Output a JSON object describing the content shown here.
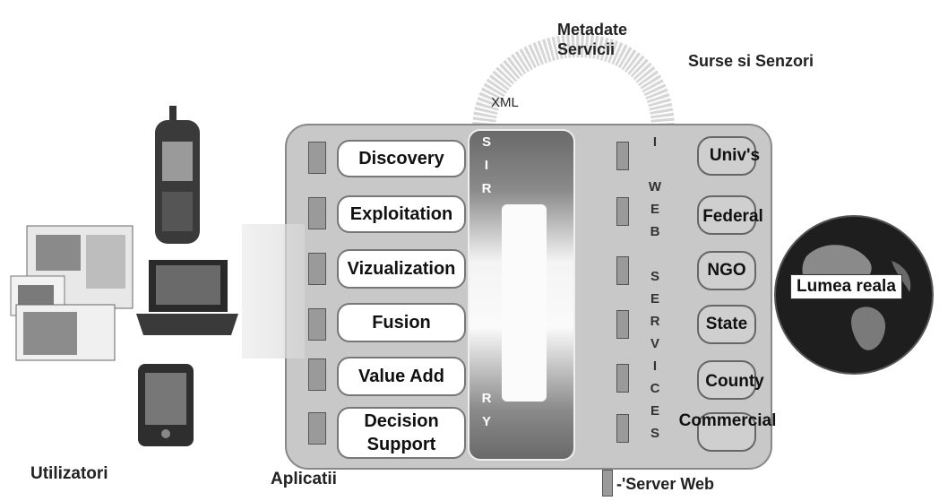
{
  "labels": {
    "metadata": [
      "Metadate",
      "Servicii"
    ],
    "sources": "Surse si Senzori",
    "xml": "XML",
    "users": "Utilizatori",
    "apps": "Aplicatii",
    "legend": "-'Server Web",
    "real_world": "Lumea reala"
  },
  "applications": [
    [
      "Discovery"
    ],
    [
      "Exploitation"
    ],
    [
      "Vizualization"
    ],
    [
      "Fusion"
    ],
    [
      "Value Add"
    ],
    [
      "Decision",
      "Support"
    ]
  ],
  "registry_letters": [
    "S",
    "I",
    "R",
    "",
    "",
    "",
    "",
    "",
    "",
    "",
    "",
    "R",
    "Y"
  ],
  "web_services_letters": [
    "I",
    "",
    "W",
    "E",
    "B",
    "",
    "S",
    "E",
    "R",
    "V",
    "I",
    "C",
    "E",
    "S"
  ],
  "sources": [
    "Univ's",
    "Federal",
    "NGO",
    "State",
    "County",
    "Commercial"
  ],
  "icons": [
    "mobile-phone-icon",
    "desktop-screens-icon",
    "laptop-icon",
    "pda-icon",
    "globe-icon"
  ],
  "colors": {
    "panel": "#c8c8c8",
    "registry": "#6e6e6e",
    "stub": "#9a9a9a",
    "globe": "#1e1e1e"
  }
}
